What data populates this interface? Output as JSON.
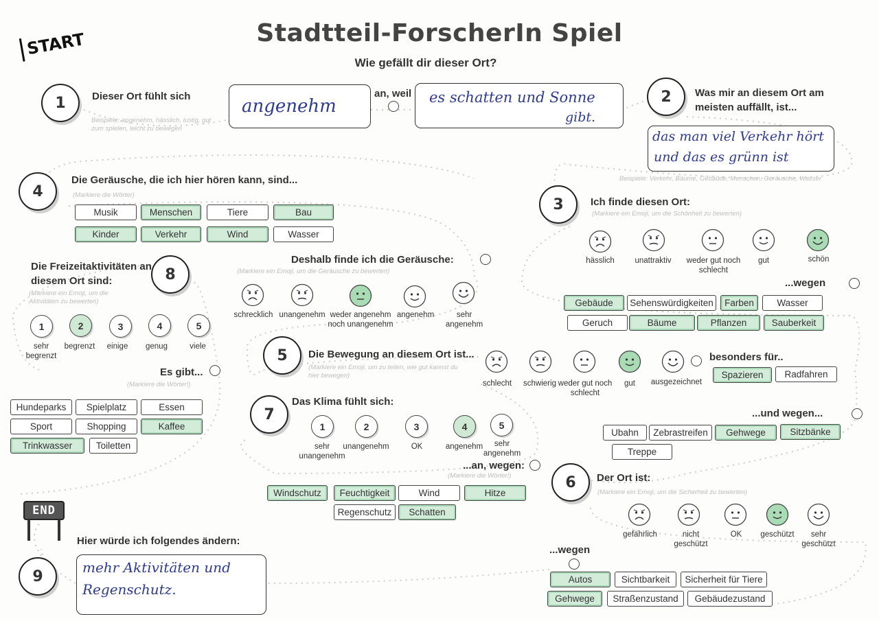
{
  "title": "Stadtteil-ForscherIn Spiel",
  "subtitle": "Wie gefällt dir dieser Ort?",
  "start_label": "START",
  "end_label": "END",
  "numbers": [
    "1",
    "2",
    "3",
    "4",
    "5",
    "6",
    "7",
    "8",
    "9"
  ],
  "q1": {
    "text": "Dieser Ort fühlt sich",
    "hint": "Beispiele: angenehm, hässlich, lustig, gut zum spielen, leicht zu bewegen",
    "answer": "angenehm",
    "connector": "an, weil",
    "reason_line1": "es   schatten und Sonne",
    "reason_line2": "gibt."
  },
  "q2": {
    "text_line1": "Was mir an diesem Ort am",
    "text_line2": "meisten auffällt, ist...",
    "answer_line1": "das man viel Verkehr hört",
    "answer_line2": "und das es grünn ist",
    "hint": "Beispiele: Verkehr, Bäume, Gebäude, Menschen, Geräusche, Wasser"
  },
  "q3": {
    "text": "Ich finde diesen Ort:",
    "hint": "(Markiere ein Emoji, um die Schönheit zu bewerten)",
    "labels": [
      "hässlich",
      "unattraktiv",
      "weder gut noch schlecht",
      "gut",
      "schön"
    ],
    "selected": 4,
    "because": "...wegen",
    "tags": [
      {
        "label": "Gebäude",
        "on": true
      },
      {
        "label": "Sehenswürdigkeiten",
        "on": false
      },
      {
        "label": "Farben",
        "on": true
      },
      {
        "label": "Wasser",
        "on": false
      },
      {
        "label": "Geruch",
        "on": false
      },
      {
        "label": "Bäume",
        "on": true
      },
      {
        "label": "Pflanzen",
        "on": true
      },
      {
        "label": "Sauberkeit",
        "on": true
      }
    ]
  },
  "q4": {
    "text": "Die Geräusche, die ich hier hören kann, sind...",
    "hint": "(Markiere die Wörter)",
    "tags": [
      {
        "label": "Musik",
        "on": false
      },
      {
        "label": "Menschen",
        "on": true
      },
      {
        "label": "Tiere",
        "on": false
      },
      {
        "label": "Bau",
        "on": true
      },
      {
        "label": "Kinder",
        "on": true
      },
      {
        "label": "Verkehr",
        "on": true
      },
      {
        "label": "Wind",
        "on": true
      },
      {
        "label": "Wasser",
        "on": false
      }
    ],
    "rating_text": "Deshalb finde ich die Geräusche:",
    "rating_hint": "(Markiere ein Emoji, um die Geräusche zu bewerten)",
    "labels": [
      "schrecklich",
      "unangenehm",
      "weder angenehm noch unangenehm",
      "angenehm",
      "sehr angenehm"
    ],
    "selected": 2
  },
  "q5": {
    "text": "Die Bewegung an diesem Ort ist...",
    "hint": "(Markiere ein Emoji, um zu teilen, wie gut kannst du hier bewegen)",
    "labels": [
      "schlecht",
      "schwierig",
      "weder gut noch schlecht",
      "gut",
      "ausgezeichnet"
    ],
    "selected": 3,
    "especially": "besonders für..",
    "tags1": [
      {
        "label": "Spazieren",
        "on": true
      },
      {
        "label": "Radfahren",
        "on": false
      }
    ],
    "and_because": "...und wegen...",
    "tags2": [
      {
        "label": "Ubahn",
        "on": false
      },
      {
        "label": "Zebrastreifen",
        "on": false
      },
      {
        "label": "Gehwege",
        "on": true
      },
      {
        "label": "Sitzbänke",
        "on": true
      },
      {
        "label": "Treppe",
        "on": false
      }
    ]
  },
  "q6": {
    "text": "Der Ort ist:",
    "hint": "(Markiere ein Emoji, um die Sicherheit zu bewerten)",
    "labels": [
      "gefährlich",
      "nicht geschützt",
      "OK",
      "geschützt",
      "sehr geschützt"
    ],
    "selected": 3,
    "because": "...wegen",
    "tags": [
      {
        "label": "Autos",
        "on": true
      },
      {
        "label": "Sichtbarkeit",
        "on": false
      },
      {
        "label": "Sicherheit für Tiere",
        "on": false
      },
      {
        "label": "Gehwege",
        "on": true
      },
      {
        "label": "Straßenzustand",
        "on": false
      },
      {
        "label": "Gebäudezustand",
        "on": false
      }
    ]
  },
  "q7": {
    "text": "Das Klima fühlt sich:",
    "scale": [
      "1",
      "2",
      "3",
      "4",
      "5"
    ],
    "labels": [
      "sehr unangenehm",
      "unangenehm",
      "OK",
      "angenehm",
      "sehr angenehm"
    ],
    "selected": 3,
    "because": "...an, wegen:",
    "hint": "(Markiere die Wörter!)",
    "tags": [
      {
        "label": "Windschutz",
        "on": true
      },
      {
        "label": "Feuchtigkeit",
        "on": true
      },
      {
        "label": "Wind",
        "on": false
      },
      {
        "label": "Hitze",
        "on": true
      },
      {
        "label": "Regenschutz",
        "on": false
      },
      {
        "label": "Schatten",
        "on": true
      }
    ]
  },
  "q8": {
    "text_line1": "Die Freizeitaktivitäten an",
    "text_line2": "diesem Ort sind:",
    "hint": "(Markiere ein Emoji, um die Aktivitäten zu bewerten)",
    "scale": [
      "1",
      "2",
      "3",
      "4",
      "5"
    ],
    "labels": [
      "sehr begrenzt",
      "begrenzt",
      "einige",
      "genug",
      "viele"
    ],
    "selected": 1,
    "there_is": "Es gibt...",
    "there_hint": "(Markiere die Wörter!)",
    "tags": [
      {
        "label": "Hundeparks",
        "on": false
      },
      {
        "label": "Spielplatz",
        "on": false
      },
      {
        "label": "Essen",
        "on": false
      },
      {
        "label": "Sport",
        "on": false
      },
      {
        "label": "Shopping",
        "on": false
      },
      {
        "label": "Kaffee",
        "on": true
      },
      {
        "label": "Trinkwasser",
        "on": true
      },
      {
        "label": "Toiletten",
        "on": false
      }
    ]
  },
  "q9": {
    "text": "Hier würde ich folgendes ändern:",
    "answer_line1": "mehr Aktivitäten und",
    "answer_line2": "Regenschutz."
  },
  "colors": {
    "highlight": "#d2ecd9",
    "ink": "#2e3b8f",
    "line": "#cccccc"
  }
}
